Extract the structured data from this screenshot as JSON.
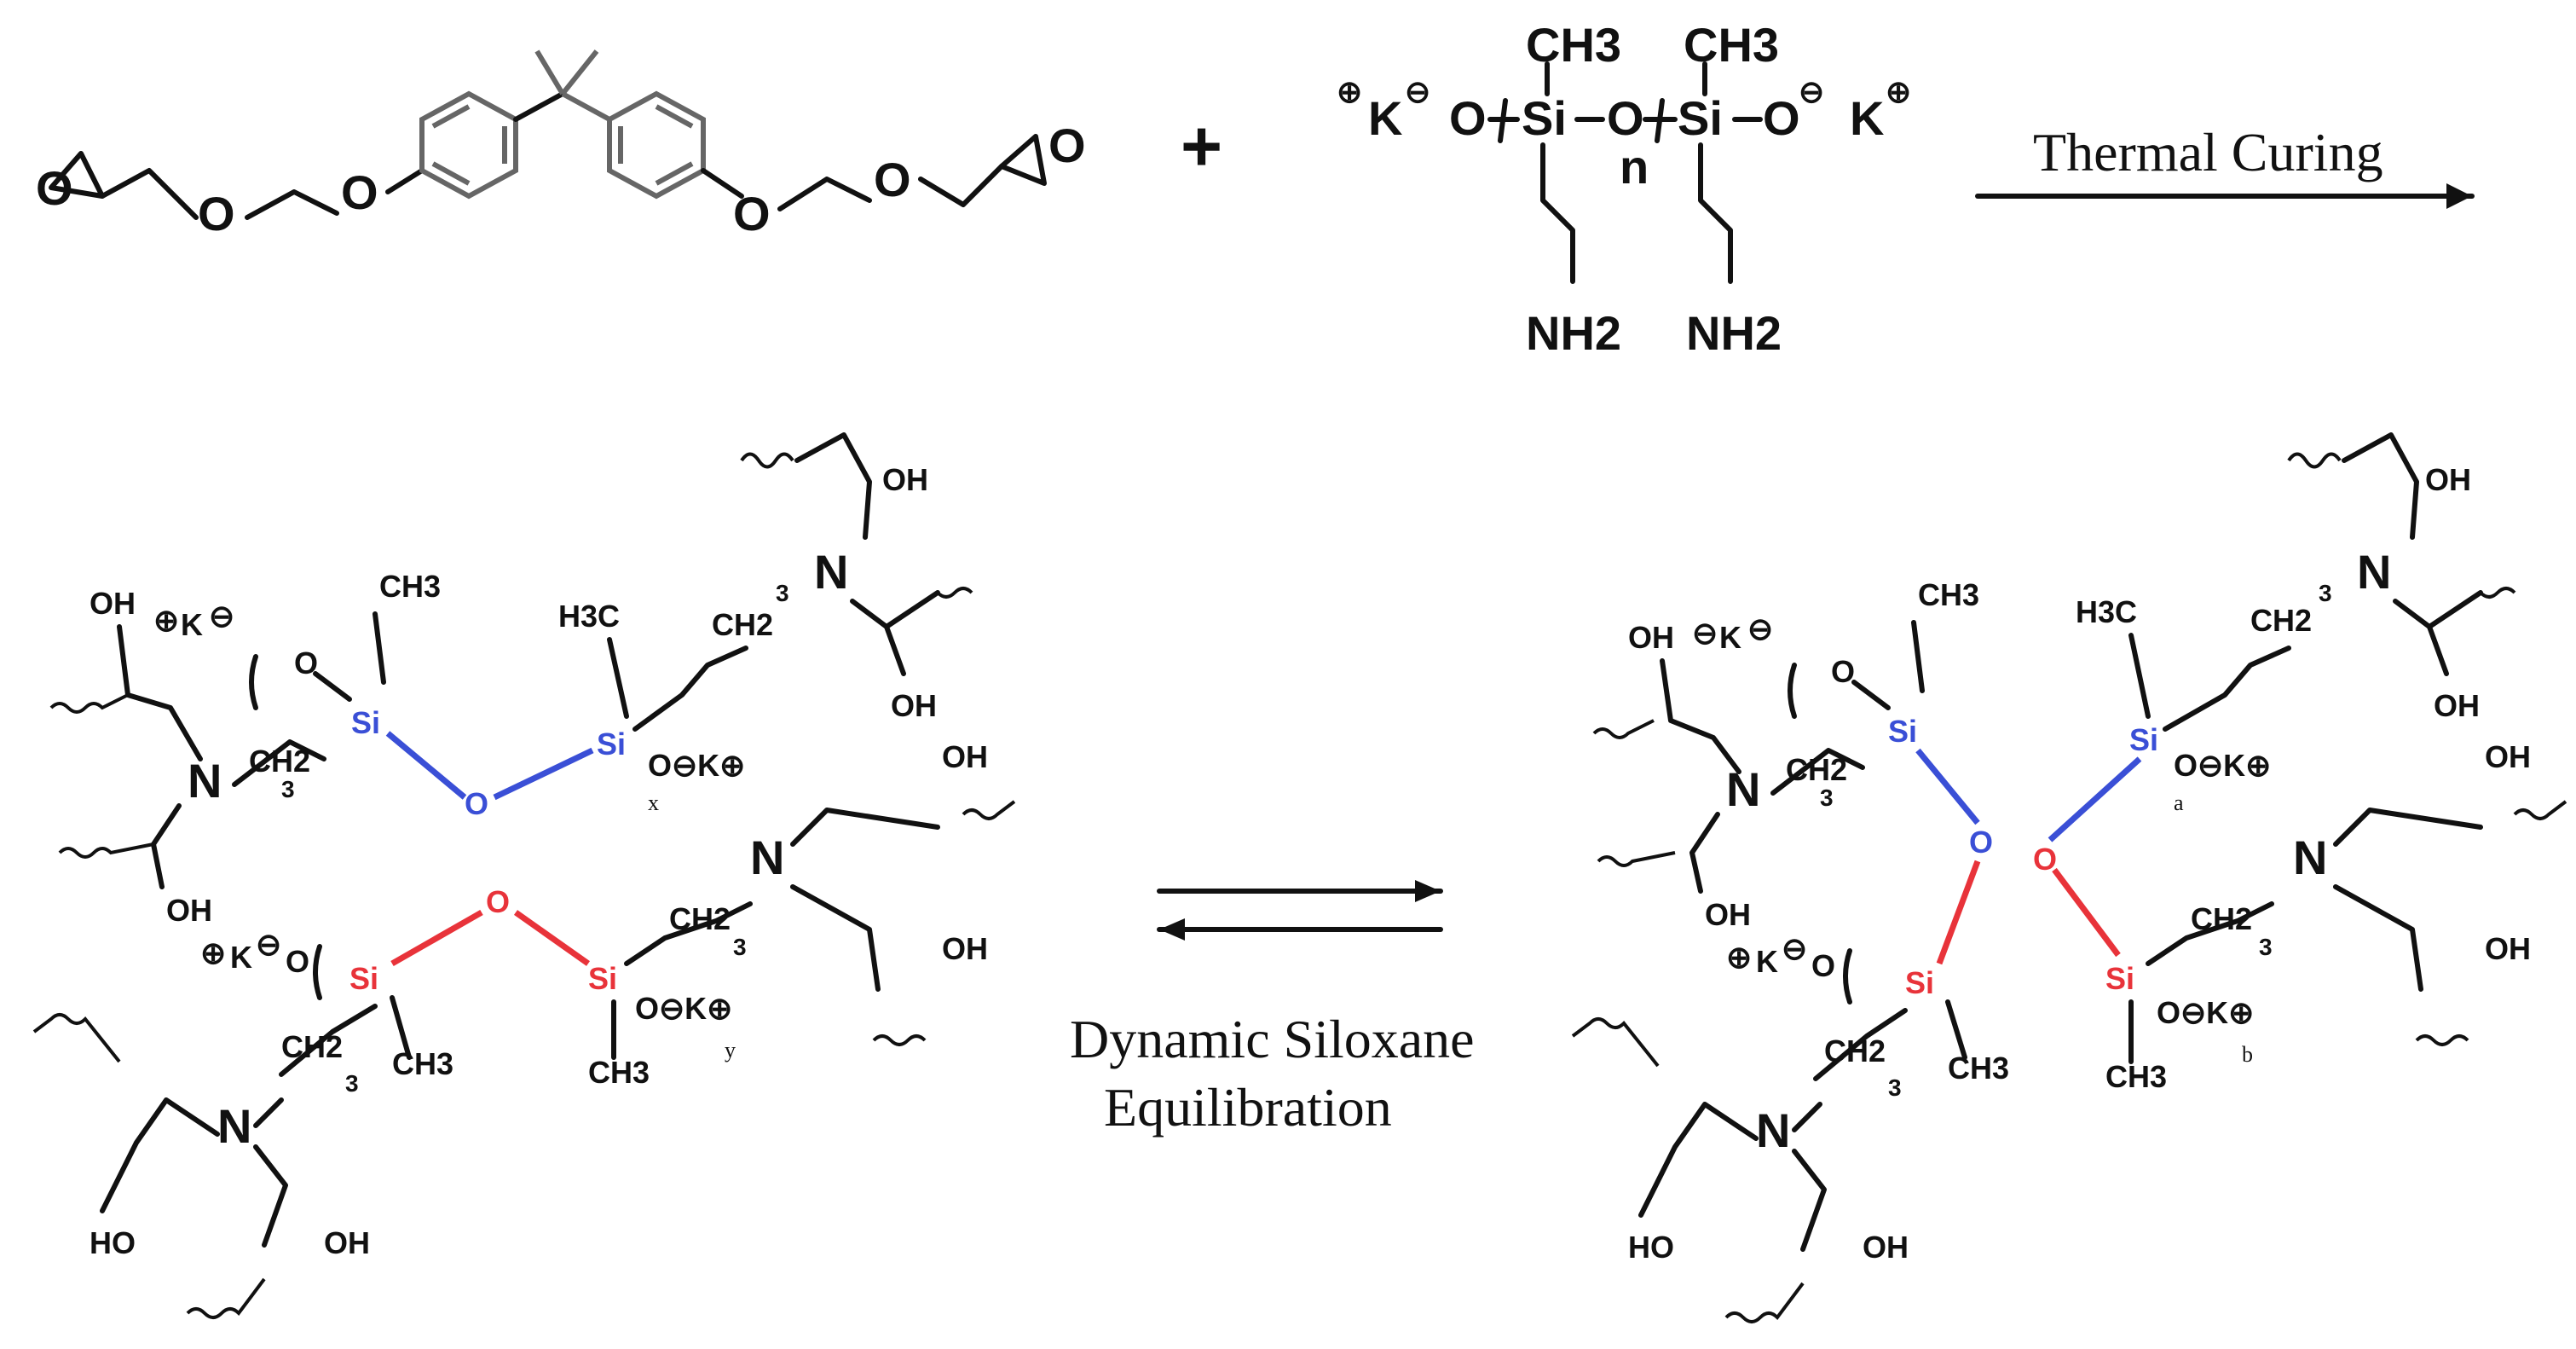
{
  "reactants": {
    "plus": "+",
    "siloxane": {
      "k_left": "K",
      "k_right": "K",
      "o_left": "O",
      "si": "Si",
      "o_bridge": "O",
      "o_right": "O",
      "ch3": "CH3",
      "n_repeat": "n",
      "nh2": "NH2"
    },
    "epoxy": {
      "o": "O"
    }
  },
  "conditions": {
    "thermal_curing": "Thermal Curing",
    "equilibration_line1": "Dynamic Siloxane",
    "equilibration_line2": "Equilibration"
  },
  "network": {
    "oh": "OH",
    "ho": "HO",
    "n": "N",
    "si": "Si",
    "o": "O",
    "k": "K",
    "ch3": "CH3",
    "h3c": "H3C",
    "ch2": "CH2",
    "sub3": "3",
    "left_repeats": [
      "x",
      "y"
    ],
    "right_repeats": [
      "a",
      "b"
    ]
  },
  "colors": {
    "siloxane_blue": "#3a4fd6",
    "siloxane_red": "#e8333a",
    "text": "#111111"
  }
}
